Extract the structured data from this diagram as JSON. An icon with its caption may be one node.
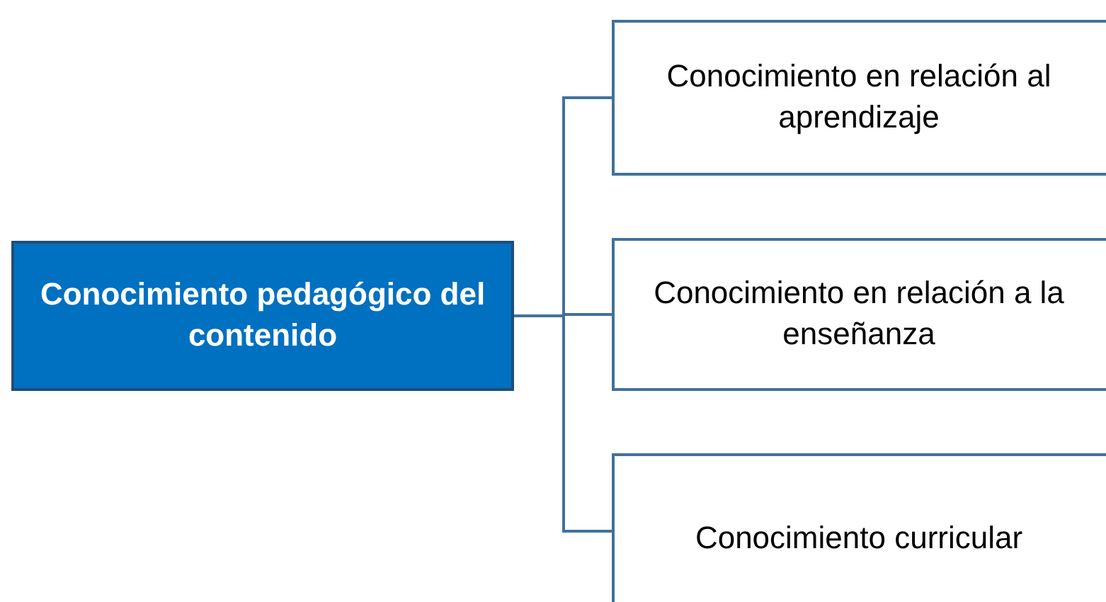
{
  "diagram": {
    "nodes": [
      {
        "text": [
          "Conocimiento pedagógico del contenido"
        ]
      },
      {
        "text": [
          "Conocimiento en relación al aprendizaje"
        ]
      },
      {
        "text": [
          "Conocimiento en relación a la enseñanza"
        ]
      },
      {
        "text": [
          "Conocimiento curricular"
        ]
      }
    ],
    "edges": [
      {
        "from": 0,
        "to": 1,
        "arrow": "none"
      },
      {
        "from": 0,
        "to": 2,
        "arrow": "none"
      },
      {
        "from": 0,
        "to": 3,
        "arrow": "none"
      }
    ]
  }
}
